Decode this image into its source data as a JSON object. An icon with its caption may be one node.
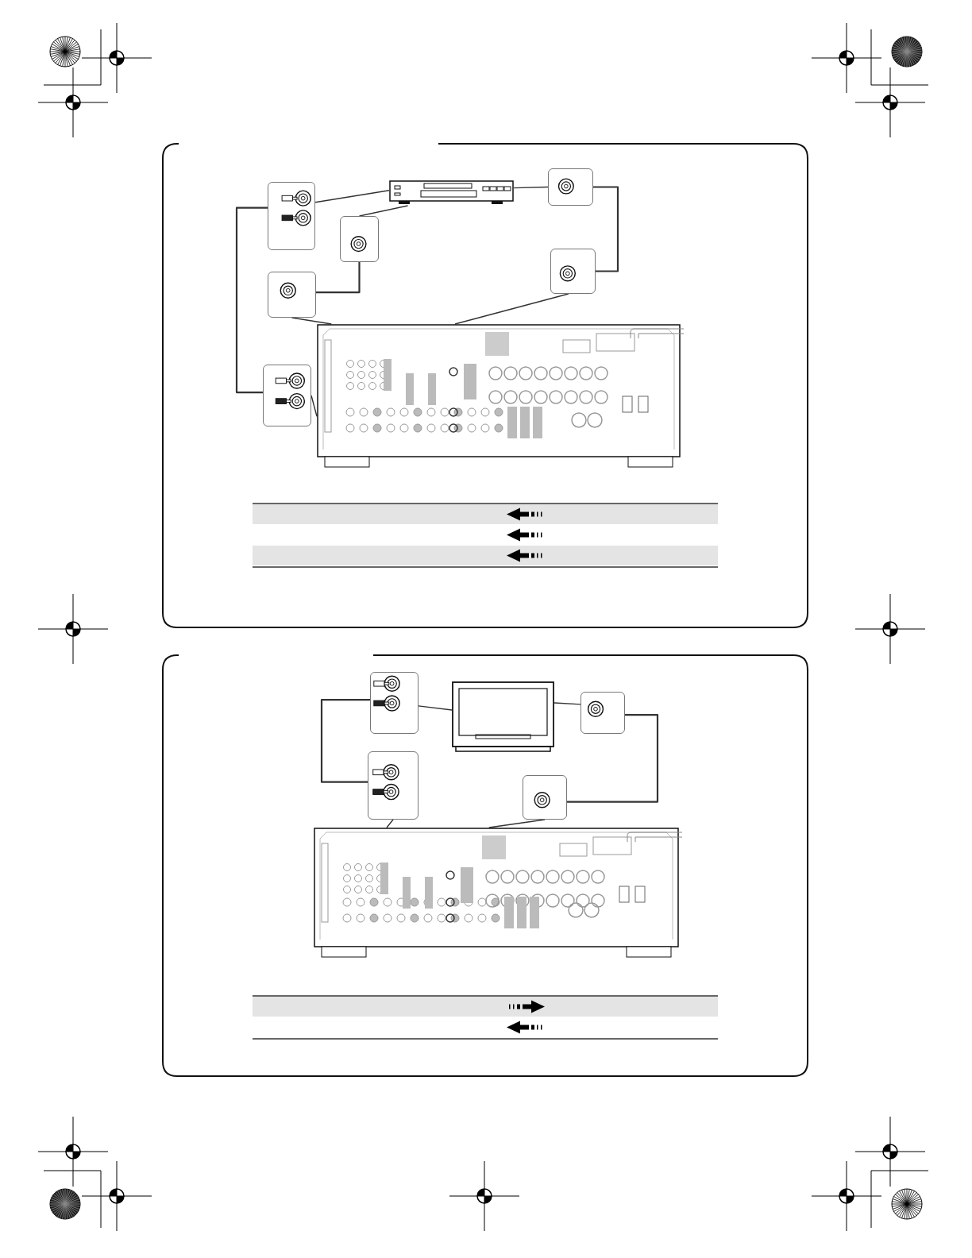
{
  "diagram": {
    "nodes": [
      {
        "text": [],
        "shape": "picture"
      },
      {
        "text": [],
        "shape": "box"
      },
      {
        "text": [],
        "shape": "box"
      },
      {
        "text": [],
        "shape": "box"
      },
      {
        "text": [],
        "shape": "box"
      },
      {
        "text": [],
        "shape": "box"
      },
      {
        "text": [],
        "shape": "box"
      },
      {
        "text": [],
        "shape": "picture"
      },
      {
        "text": [],
        "shape": "picture"
      },
      {
        "text": [],
        "shape": "box"
      },
      {
        "text": [],
        "shape": "box"
      },
      {
        "text": [],
        "shape": "box"
      },
      {
        "text": [],
        "shape": "box"
      },
      {
        "text": [],
        "shape": "picture"
      }
    ],
    "edges": [
      {
        "from": 1,
        "to": 0,
        "arrow": "none"
      },
      {
        "from": 2,
        "to": 0,
        "arrow": "none"
      },
      {
        "from": 3,
        "to": 0,
        "arrow": "none"
      },
      {
        "from": 4,
        "to": 7,
        "arrow": "none"
      },
      {
        "from": 5,
        "to": 7,
        "arrow": "none"
      },
      {
        "from": 6,
        "to": 7,
        "arrow": "none"
      },
      {
        "from": 1,
        "to": 6,
        "arrow": "none"
      },
      {
        "from": 2,
        "to": 4,
        "arrow": "none"
      },
      {
        "from": 3,
        "to": 5,
        "arrow": "none"
      },
      {
        "from": 9,
        "to": 8,
        "arrow": "none"
      },
      {
        "from": 10,
        "to": 8,
        "arrow": "none"
      },
      {
        "from": 11,
        "to": 13,
        "arrow": "none"
      },
      {
        "from": 12,
        "to": 13,
        "arrow": "none"
      },
      {
        "from": 9,
        "to": 11,
        "arrow": "none"
      },
      {
        "from": 10,
        "to": 12,
        "arrow": "none"
      }
    ]
  }
}
